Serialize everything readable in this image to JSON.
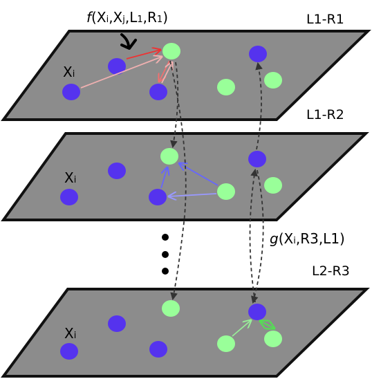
{
  "layers": [
    {
      "id": "l1r1",
      "label": "L1-R1",
      "node_label": "X",
      "node_label_sub": "i"
    },
    {
      "id": "l1r2",
      "label": "L1-R2",
      "node_label": "X",
      "node_label_sub": "i"
    },
    {
      "id": "l2r3",
      "label": "L2-R3",
      "node_label": "X",
      "node_label_sub": "i"
    }
  ],
  "function_f": {
    "name": "f",
    "text": "(X",
    "sub1": "i",
    "mid1": ",X",
    "sub2": "j",
    "mid2": ",L",
    "sub3": "1",
    "mid3": ",R",
    "sub4": "1",
    "end": ")"
  },
  "function_g": {
    "name": "g",
    "text": "(X",
    "sub1": "i",
    "rest": ",R3,L1)"
  },
  "colors": {
    "plane": "#8c8c8c",
    "plane_border": "#111111",
    "blue_node": "#5533ee",
    "green_node": "#99ff99",
    "red_arrow": "#ee3333",
    "pink_arrow": "#f0b0b0",
    "blue_arrow": "#6666ff",
    "green_arrow": "#55dd55",
    "dashed": "#333333"
  },
  "icons": [
    "ellipsis-dot",
    "ellipsis-dot",
    "ellipsis-dot"
  ]
}
